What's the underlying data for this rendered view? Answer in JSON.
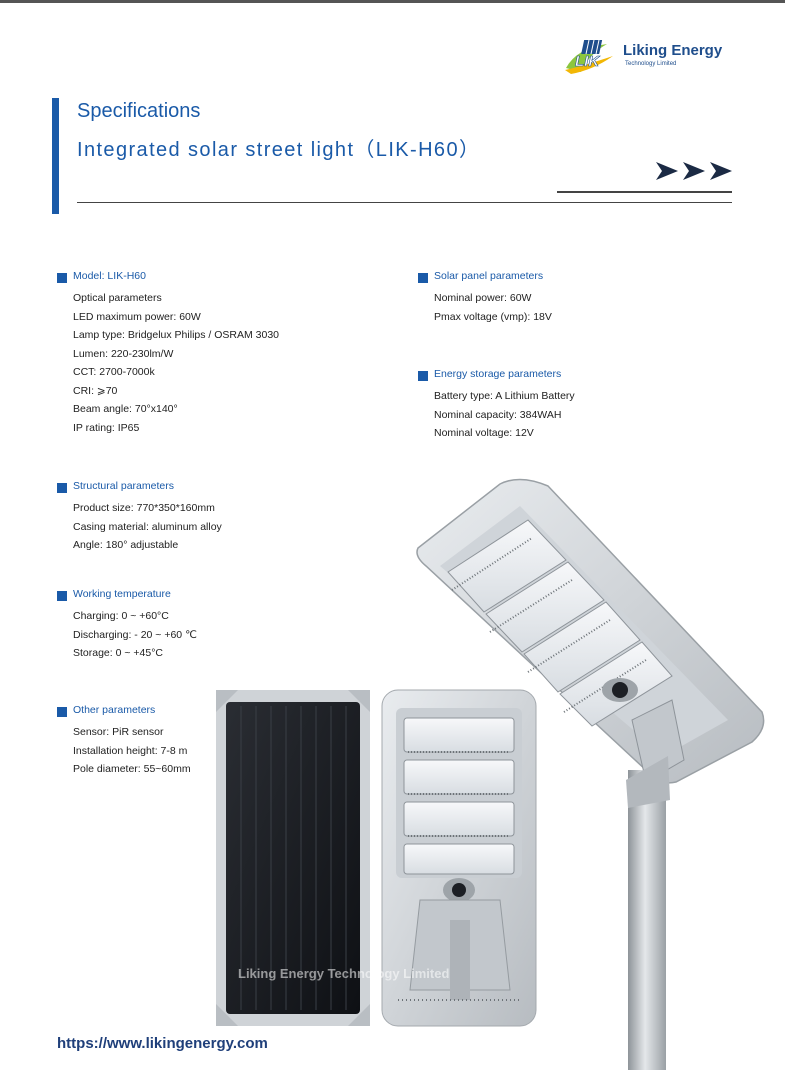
{
  "brand": {
    "name": "Liking Energy",
    "tagline": "Technology Limited",
    "logo_letters": "LIK"
  },
  "header": {
    "title": "Specifications",
    "subtitle": "Integrated solar street light（LIK-H60）"
  },
  "colors": {
    "accent": "#1a5aa8",
    "link": "#1f3f7a"
  },
  "sections": {
    "model": {
      "title": "Model: LIK-H60",
      "lines": [
        "Optical parameters",
        "LED maximum power: 60W",
        "Lamp type: Bridgelux Philips / OSRAM 3030",
        "Lumen: 220-230lm/W",
        "CCT: 2700-7000k",
        "CRI: ⩾70",
        "Beam angle: 70°x140°",
        "IP rating: IP65"
      ]
    },
    "solar": {
      "title": "Solar panel parameters",
      "lines": [
        "Nominal power: 60W",
        "Pmax voltage (vmp): 18V"
      ]
    },
    "storage": {
      "title": "Energy storage parameters",
      "lines": [
        "Battery type: A Lithium Battery",
        "Nominal capacity: 384WAH",
        "Nominal voltage: 12V"
      ]
    },
    "structural": {
      "title": "Structural parameters",
      "lines": [
        "Product size: 770*350*160mm",
        "Casing material: aluminum alloy",
        "Angle: 180° adjustable"
      ]
    },
    "temperature": {
      "title": "Working temperature",
      "lines": [
        "Charging: 0 ~ +60°C",
        "Discharging: - 20 ~ +60 ℃",
        "Storage: 0 ~ +45°C"
      ]
    },
    "other": {
      "title": "Other parameters",
      "lines": [
        "Sensor: PiR sensor",
        "Installation height: 7-8 m",
        "Pole diameter: 55~60mm"
      ]
    }
  },
  "watermark": "Liking Energy Technology Limited",
  "footer": {
    "url": "https://www.likingenergy.com"
  }
}
